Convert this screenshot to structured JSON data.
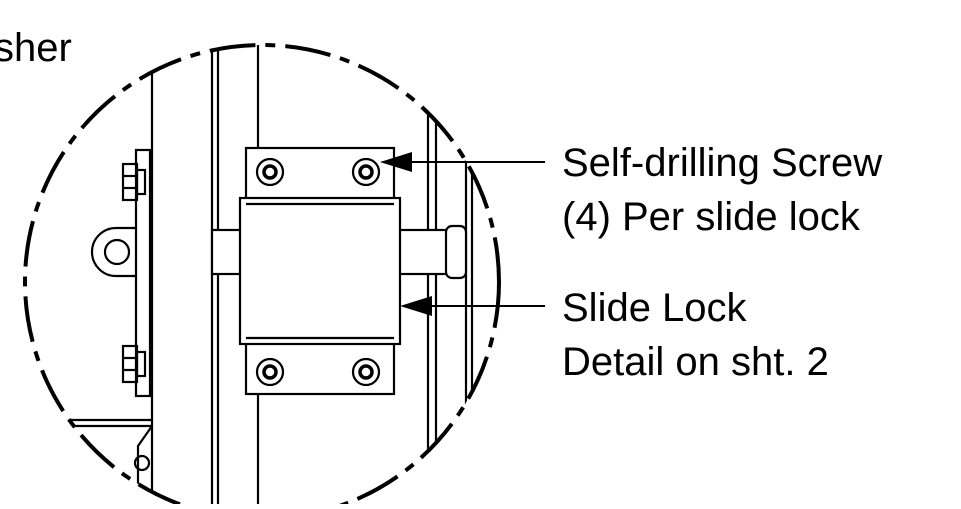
{
  "callouts": {
    "washer_partial": "sher",
    "screw_line1": "Self-drilling Screw",
    "screw_line2": "(4) Per slide lock",
    "lock_line1": "Slide Lock",
    "lock_line2": "Detail on sht. 2"
  },
  "colors": {
    "ink": "#000000",
    "paper": "#ffffff"
  }
}
